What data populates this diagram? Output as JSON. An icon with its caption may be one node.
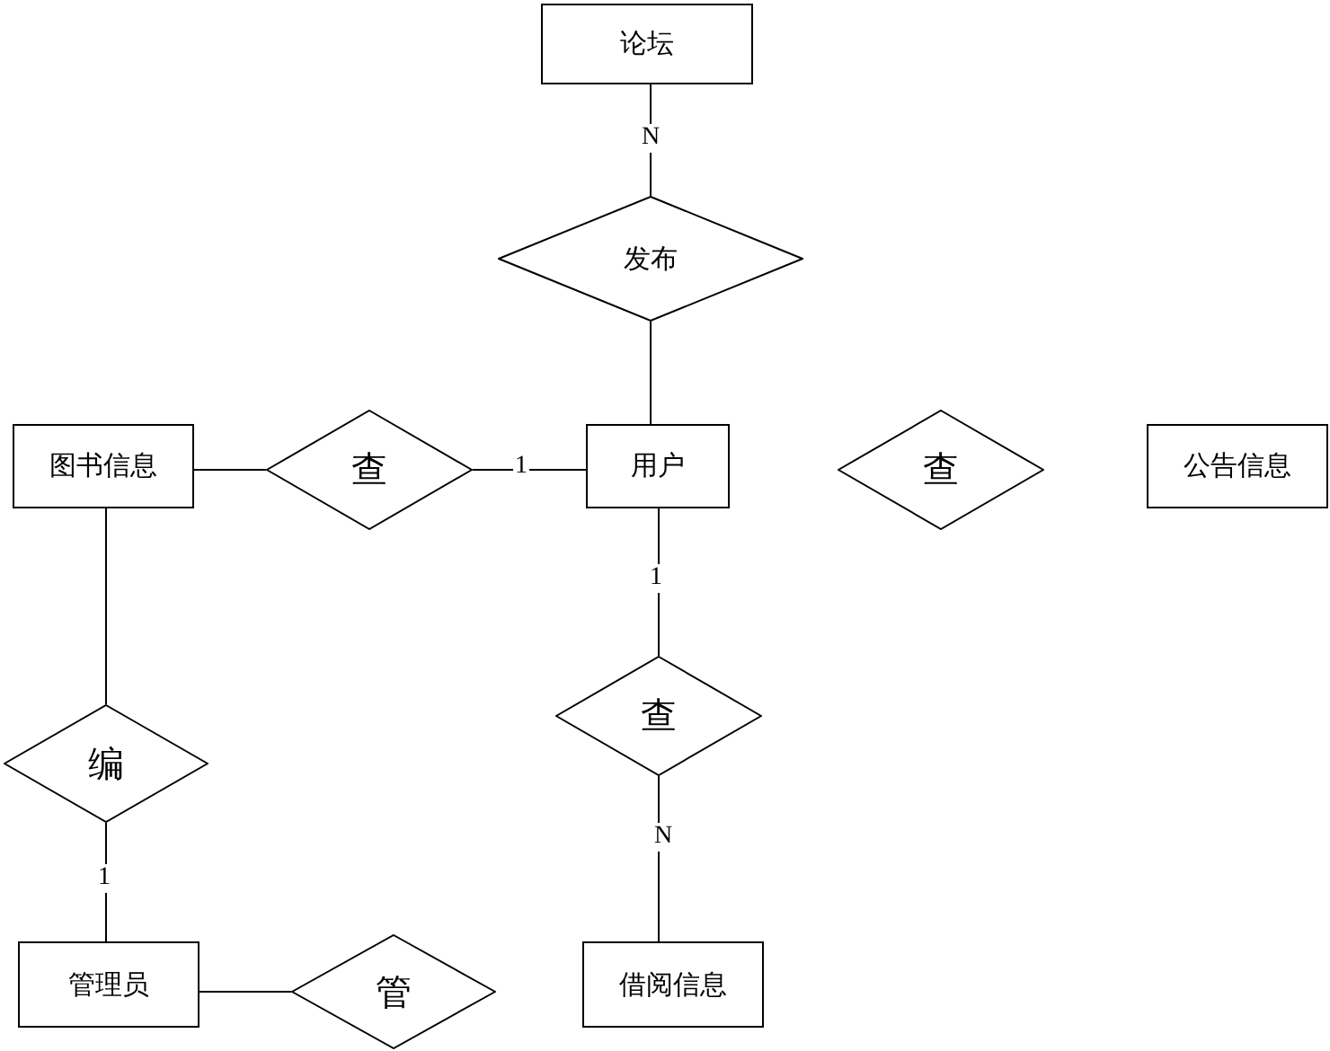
{
  "diagram": {
    "nodes": [
      {
        "text": [
          "论坛"
        ]
      },
      {
        "text": [
          "发布"
        ]
      },
      {
        "text": [
          "图书信息"
        ]
      },
      {
        "text": [
          "查"
        ]
      },
      {
        "text": [
          "用户"
        ]
      },
      {
        "text": [
          "查"
        ]
      },
      {
        "text": [
          "公告信息"
        ]
      },
      {
        "text": [
          "编"
        ]
      },
      {
        "text": [
          "查"
        ]
      },
      {
        "text": [
          "管理员"
        ]
      },
      {
        "text": [
          "管"
        ]
      },
      {
        "text": [
          "借阅信息"
        ]
      }
    ],
    "edges": [
      {
        "from": 0,
        "to": 1,
        "arrow": "none",
        "label": "N"
      },
      {
        "from": 1,
        "to": 4,
        "arrow": "none"
      },
      {
        "from": 2,
        "to": 3,
        "arrow": "none"
      },
      {
        "from": 3,
        "to": 4,
        "arrow": "none",
        "label": "1"
      },
      {
        "from": 4,
        "to": 8,
        "arrow": "none",
        "label": "1"
      },
      {
        "from": 8,
        "to": 11,
        "arrow": "none",
        "label": "N"
      },
      {
        "from": 2,
        "to": 7,
        "arrow": "none"
      },
      {
        "from": 7,
        "to": 9,
        "arrow": "none",
        "label": "1"
      },
      {
        "from": 9,
        "to": 10,
        "arrow": "none"
      }
    ]
  }
}
